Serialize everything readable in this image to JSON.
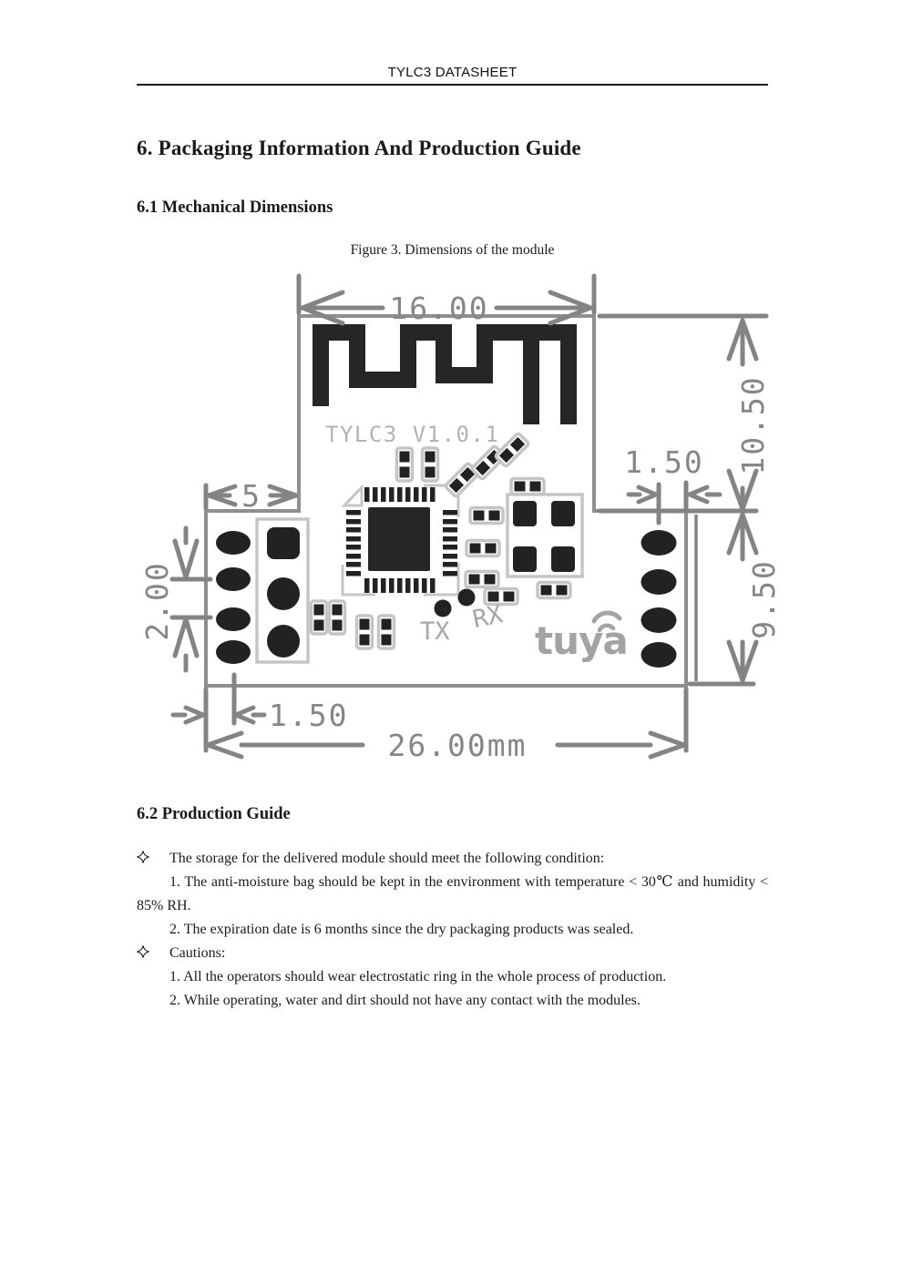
{
  "header": {
    "title": "TYLC3 DATASHEET"
  },
  "sections": {
    "packaging": {
      "title": "6. Packaging Information And Production Guide"
    },
    "mechanical": {
      "title": "6.1 Mechanical Dimensions"
    },
    "production": {
      "title": "6.2 Production Guide"
    }
  },
  "figure": {
    "caption": "Figure 3. Dimensions of the module",
    "dims": {
      "top_width": "16.00",
      "upper_height": "10.50",
      "right_pad_offset": "1.50",
      "step_width": "5",
      "pad_pitch": "2.00",
      "lower_height": "9.50",
      "left_pad_offset": "1.50",
      "total_width": "26.00mm"
    },
    "silkscreen": {
      "label": "TYLC3 V1.0.1",
      "tx": "TX",
      "rx": "RX",
      "logo": "tuya"
    },
    "colors": {
      "dimension_gray": "#848484",
      "outline_gray": "#8f8f8f",
      "silkscreen_gray": "#b3b3b3",
      "copper_black": "#262626"
    }
  },
  "production_guide": {
    "bullet_icon": "four-pointed-star",
    "items": [
      {
        "kind": "bullet",
        "text": "The storage for the delivered module should meet the following condition:"
      },
      {
        "kind": "step",
        "text": "1. The anti-moisture bag should be kept in the environment with temperature < 30℃ and humidity < 85% RH."
      },
      {
        "kind": "step",
        "text": "2. The expiration date is 6 months since the dry packaging products was sealed."
      },
      {
        "kind": "bullet",
        "text": "Cautions:"
      },
      {
        "kind": "step",
        "text": "1. All the operators should wear electrostatic ring in the whole process of production."
      },
      {
        "kind": "step",
        "text": "2. While operating, water and dirt should not have any contact with the modules."
      }
    ]
  }
}
